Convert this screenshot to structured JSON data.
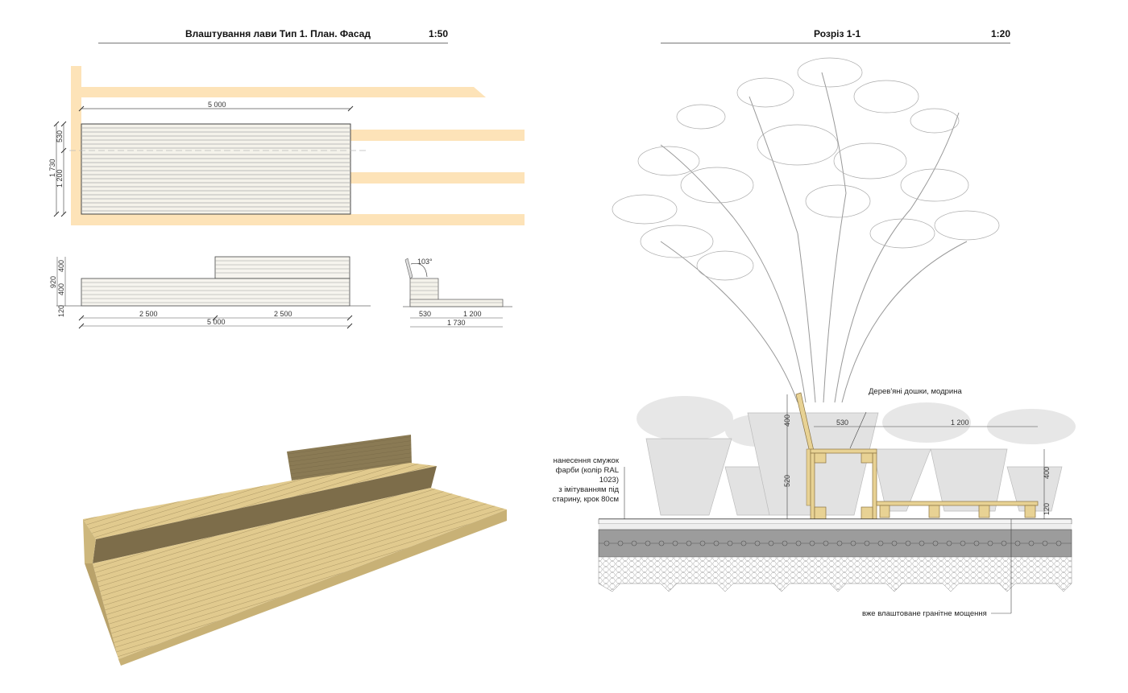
{
  "left_panel": {
    "title": "Влаштування лави Тип 1. План. Фасад",
    "scale": "1:50",
    "plan": {
      "width_dim": "5 000",
      "depth_total_dim": "1 730",
      "depth_back_dim": "530",
      "depth_seat_dim": "1 200"
    },
    "facade": {
      "height_total_dim": "920",
      "back_height_dim": "400",
      "seat_height_dim": "400",
      "base_height_dim": "120",
      "segment_left_dim": "2 500",
      "segment_right_dim": "2 500",
      "total_width_dim": "5 000"
    },
    "side_view": {
      "angle": "103°",
      "back_depth_dim": "530",
      "seat_depth_dim": "1 200",
      "total_depth_dim": "1 730"
    }
  },
  "right_panel": {
    "title": "Розріз 1-1",
    "scale": "1:20",
    "labels": {
      "wood": "Дерев'яні дошки, модрина",
      "paint_line1": "нанесення смужок",
      "paint_line2": "фарби (колір RAL 1023)",
      "paint_line3": "з імітуванням під",
      "paint_line4": "старину, крок 80см",
      "paving": "вже влаштоване гранітне мощення"
    },
    "dims": {
      "back_height": "400",
      "seat_height": "520",
      "seat_depth": "530",
      "platform_depth": "1 200",
      "pot_height": "400",
      "platform_height": "120"
    }
  },
  "colors": {
    "stripe": "#fde3b8",
    "wood_light": "#e8d294",
    "wood_dark": "#7d6d4a",
    "wood_3d_top": "#d9c48a",
    "pot": "#e2e2e2",
    "concrete": "#9c9c9c"
  }
}
